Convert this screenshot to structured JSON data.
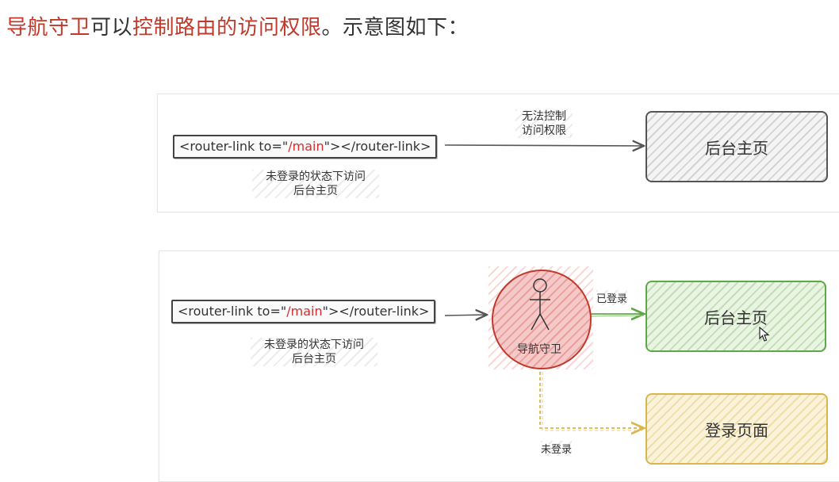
{
  "heading": {
    "part1": "导航守卫",
    "part2": "可以",
    "part3": "控制路由的访问权限",
    "part4": "。示意图如下："
  },
  "diagram1": {
    "link_code_prefix": "<router-link to=\"",
    "link_code_path": "/main",
    "link_code_suffix": "\"></router-link>",
    "note_line1": "未登录的状态下访问",
    "note_line2": "后台主页",
    "arrow_label_line1": "无法控制",
    "arrow_label_line2": "访问权限",
    "target_box": "后台主页"
  },
  "diagram2": {
    "link_code_prefix": "<router-link to=\"",
    "link_code_path": "/main",
    "link_code_suffix": "\"></router-link>",
    "note_line1": "未登录的状态下访问",
    "note_line2": "后台主页",
    "guard_label": "导航守卫",
    "logged_in_label": "已登录",
    "not_logged_in_label": "未登录",
    "admin_box": "后台主页",
    "login_box": "登录页面"
  },
  "colors": {
    "highlight_red": "#c0392b",
    "guard_fill": "#f6c9c9",
    "green_stroke": "#5fa84a",
    "yellow_stroke": "#d9b64a"
  }
}
